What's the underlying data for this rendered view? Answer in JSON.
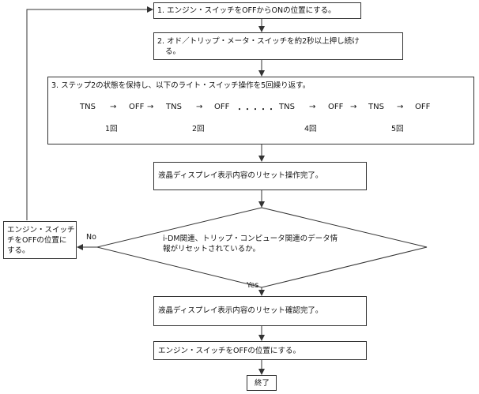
{
  "steps": {
    "s1": "1. エンジン・スイッチをOFFからONの位置にする。",
    "s2_line1": "2. オド／トリップ・メータ・スイッチを約2秒以上押し続け",
    "s2_line2": "る。",
    "s3": "3. ステップ2の状態を保持し、以下のライト・スイッチ操作を5回繰り返す。",
    "s4": "液晶ディスプレイ表示内容のリセット操作完了。",
    "decision_line1": "i-DM関連、トリップ・コンピュータ関連のデータ情",
    "decision_line2": "報がリセットされているか。",
    "s5": "液晶ディスプレイ表示内容のリセット確認完了。",
    "s6": "エンジン・スイッチをOFFの位置にする。",
    "end": "終了",
    "side_line1": "エンジン・スイッチ",
    "side_line2": "チをOFFの位置に",
    "side_line3": "する。"
  },
  "labels": {
    "no": "No",
    "yes": "Yes"
  },
  "sequence": {
    "tns": "TNS",
    "arrow": "→",
    "off": "OFF",
    "dots": "・・・・・",
    "cycles": [
      "1回",
      "2回",
      "4回",
      "5回"
    ]
  },
  "colors": {
    "line": "#333333",
    "background": "#ffffff"
  }
}
